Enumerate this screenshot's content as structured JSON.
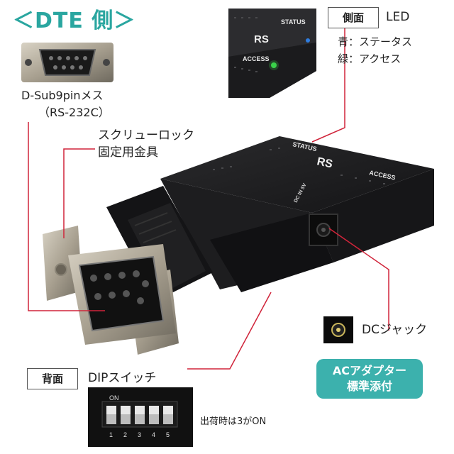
{
  "title": "＜DTE 側＞",
  "side": {
    "tag": "側面",
    "led_title": "LED",
    "blue": "青：ステータス",
    "green": "緑：アクセス",
    "status_text": "STATUS",
    "access_text": "ACCESS",
    "logo_text": "RS"
  },
  "connector": {
    "line1": "D-Sub9pinメス",
    "line2": "（RS-232C）"
  },
  "screw": {
    "line1": "スクリューロック",
    "line2": "固定用金具"
  },
  "device": {
    "status_text": "STATUS",
    "access_text": "ACCESS",
    "dc_text": "DC IN 5V",
    "logo_text": "RS"
  },
  "dc": {
    "label": "DCジャック"
  },
  "ac": {
    "line1": "ACアダプター",
    "line2": "標準添付"
  },
  "back": {
    "tag": "背面",
    "dip_title": "DIPスイッチ",
    "on_text": "ON",
    "numbers": [
      "1",
      "2",
      "3",
      "4",
      "5"
    ],
    "note": "出荷時は3がON"
  },
  "colors": {
    "accent": "#2aa6a0",
    "badge": "#3cb1ad",
    "leader_line": "#d0243a",
    "led_blue": "#2f7de0",
    "led_green": "#3ad34a",
    "device_body": "#1d1d1f"
  }
}
